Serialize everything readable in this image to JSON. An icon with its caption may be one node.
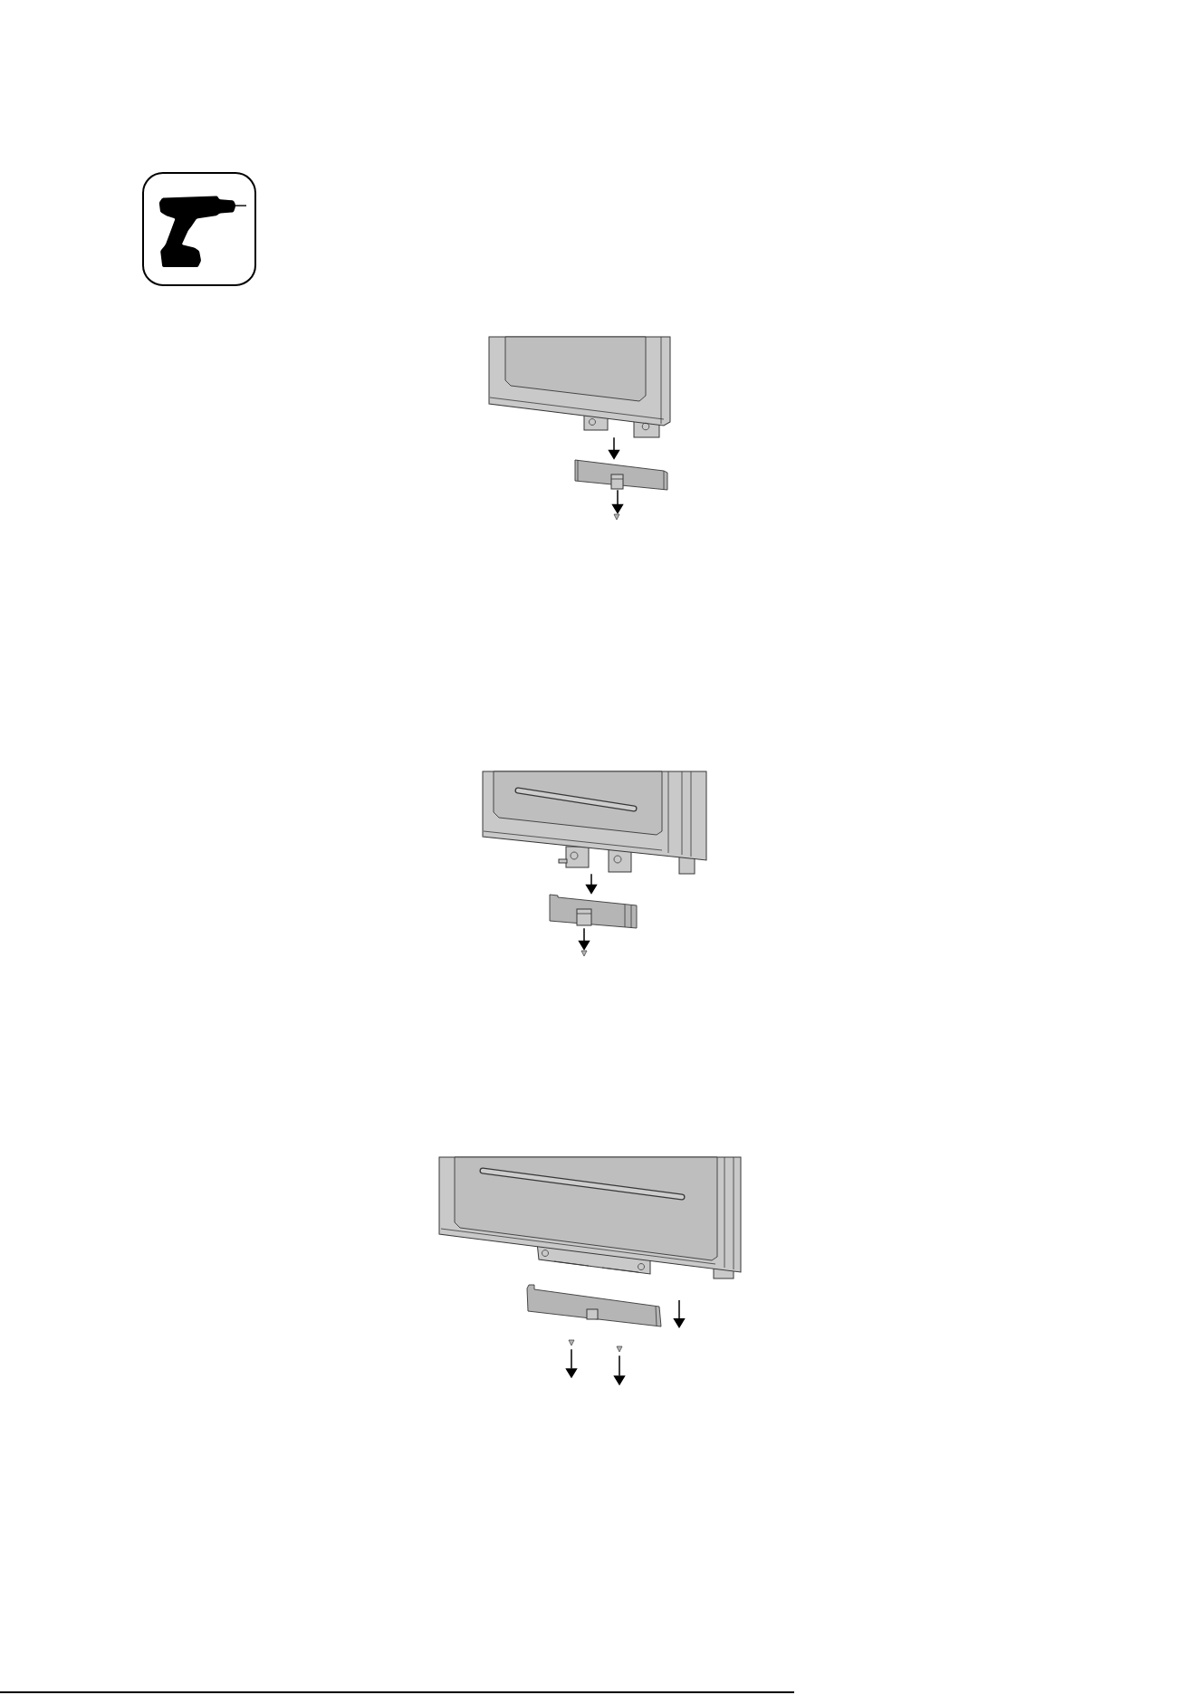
{
  "diagram": {
    "nodes": [
      {
        "text": [],
        "shape": "picture"
      },
      {
        "text": [],
        "shape": "picture"
      },
      {
        "text": [],
        "shape": "picture"
      },
      {
        "text": [],
        "shape": "picture"
      },
      {
        "text": [],
        "shape": "picture"
      },
      {
        "text": [],
        "shape": "picture"
      },
      {
        "text": [],
        "shape": "picture"
      },
      {
        "text": [],
        "shape": "picture"
      },
      {
        "text": [],
        "shape": "picture"
      },
      {
        "text": [],
        "shape": "picture"
      }
    ],
    "edges": [
      {
        "from": 0,
        "to": 1,
        "arrow": "to"
      },
      {
        "from": 1,
        "to": 2,
        "arrow": "to"
      },
      {
        "from": 3,
        "to": 4,
        "arrow": "to"
      },
      {
        "from": 4,
        "to": 5,
        "arrow": "to"
      },
      {
        "from": 8,
        "to": null,
        "arrow": "to"
      },
      {
        "from": 9,
        "to": null,
        "arrow": "to"
      }
    ]
  }
}
